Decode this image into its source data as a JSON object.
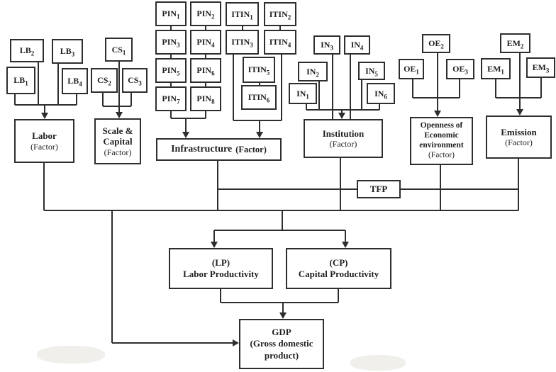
{
  "colors": {
    "line": "#2e2e2e",
    "background": "#ffffff"
  },
  "indicators": {
    "lb1": {
      "base": "LB",
      "sub": "1"
    },
    "lb2": {
      "base": "LB",
      "sub": "2"
    },
    "lb3": {
      "base": "LB",
      "sub": "3"
    },
    "lb4": {
      "base": "LB",
      "sub": "4"
    },
    "cs1": {
      "base": "CS",
      "sub": "1"
    },
    "cs2": {
      "base": "CS",
      "sub": "2"
    },
    "cs3": {
      "base": "CS",
      "sub": "3"
    },
    "pin1": {
      "base": "PIN",
      "sub": "1"
    },
    "pin2": {
      "base": "PIN",
      "sub": "2"
    },
    "pin3": {
      "base": "PIN",
      "sub": "3"
    },
    "pin4": {
      "base": "PIN",
      "sub": "4"
    },
    "pin5": {
      "base": "PIN",
      "sub": "5"
    },
    "pin6": {
      "base": "PIN",
      "sub": "6"
    },
    "pin7": {
      "base": "PIN",
      "sub": "7"
    },
    "pin8": {
      "base": "PIN",
      "sub": "8"
    },
    "itin1": {
      "base": "ITIN",
      "sub": "1"
    },
    "itin2": {
      "base": "ITIN",
      "sub": "2"
    },
    "itin3": {
      "base": "ITIN",
      "sub": "3"
    },
    "itin4": {
      "base": "ITIN",
      "sub": "4"
    },
    "itin5": {
      "base": "ITIN",
      "sub": "5"
    },
    "itin6": {
      "base": "ITIN",
      "sub": "6"
    },
    "in1": {
      "base": "IN",
      "sub": "1"
    },
    "in2": {
      "base": "IN",
      "sub": "2"
    },
    "in3": {
      "base": "IN",
      "sub": "3"
    },
    "in4": {
      "base": "IN",
      "sub": "4"
    },
    "in5": {
      "base": "IN",
      "sub": "5"
    },
    "in6": {
      "base": "IN",
      "sub": "6"
    },
    "oe1": {
      "base": "OE",
      "sub": "1"
    },
    "oe2": {
      "base": "OE",
      "sub": "2"
    },
    "oe3": {
      "base": "OE",
      "sub": "3"
    },
    "em1": {
      "base": "EM",
      "sub": "1"
    },
    "em2": {
      "base": "EM",
      "sub": "2"
    },
    "em3": {
      "base": "EM",
      "sub": "3"
    }
  },
  "factors": {
    "labor": {
      "name": "Labor",
      "qualifier": "(Factor)"
    },
    "scale_capital": {
      "name": "Scale & Capital",
      "qualifier": "(Factor)"
    },
    "infrastructure": {
      "name": "Infrastructure",
      "qualifier": "(Factor)"
    },
    "institution": {
      "name": "Institution",
      "qualifier": "(Factor)"
    },
    "openness": {
      "name": "Openness of Economic environment",
      "qualifier": "(Factor)"
    },
    "emission": {
      "name": "Emission",
      "qualifier": "(Factor)"
    }
  },
  "tfp_label": "TFP",
  "outputs": {
    "lp": {
      "abbr": "(LP)",
      "name": "Labor Productivity"
    },
    "cp": {
      "abbr": "(CP)",
      "name": "Capital Productivity"
    },
    "gdp": {
      "abbr": "GDP",
      "name": "(Gross domestic product)"
    }
  }
}
